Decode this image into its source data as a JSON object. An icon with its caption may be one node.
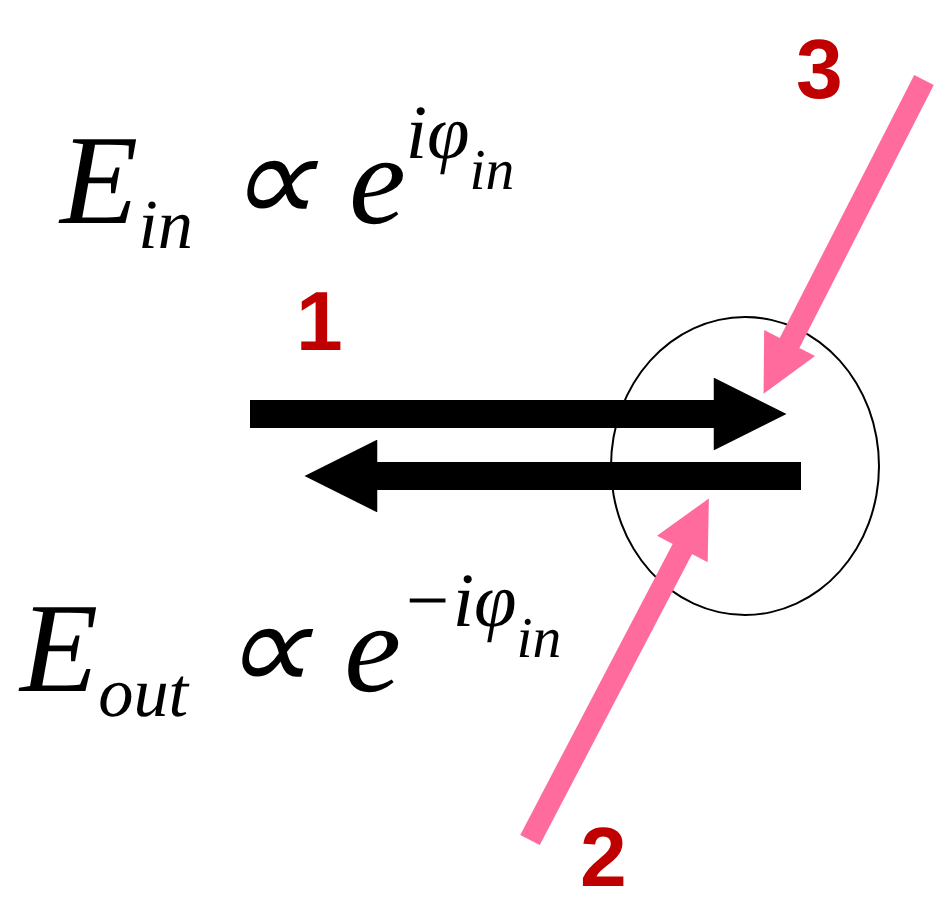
{
  "diagram": {
    "nodes": [
      {
        "text": [],
        "shape": "circle"
      },
      {
        "text": [
          "2"
        ]
      },
      {
        "text": [
          "3"
        ]
      }
    ],
    "edges": [
      {
        "from": null,
        "to": 0,
        "arrow": "to"
      },
      {
        "from": 0,
        "to": null,
        "arrow": "to"
      },
      {
        "from": 1,
        "to": 0,
        "arrow": "to",
        "color": "#ff6b9d"
      },
      {
        "from": 2,
        "to": 0,
        "arrow": "to",
        "color": "#ff6b9d"
      }
    ],
    "labels": [
      "E$_{in}$ ∝ e$^{iφ}$$_{in}$",
      "1",
      "E$_{out}$ ∝ e$^{−iφ}$$_{in}$"
    ]
  }
}
